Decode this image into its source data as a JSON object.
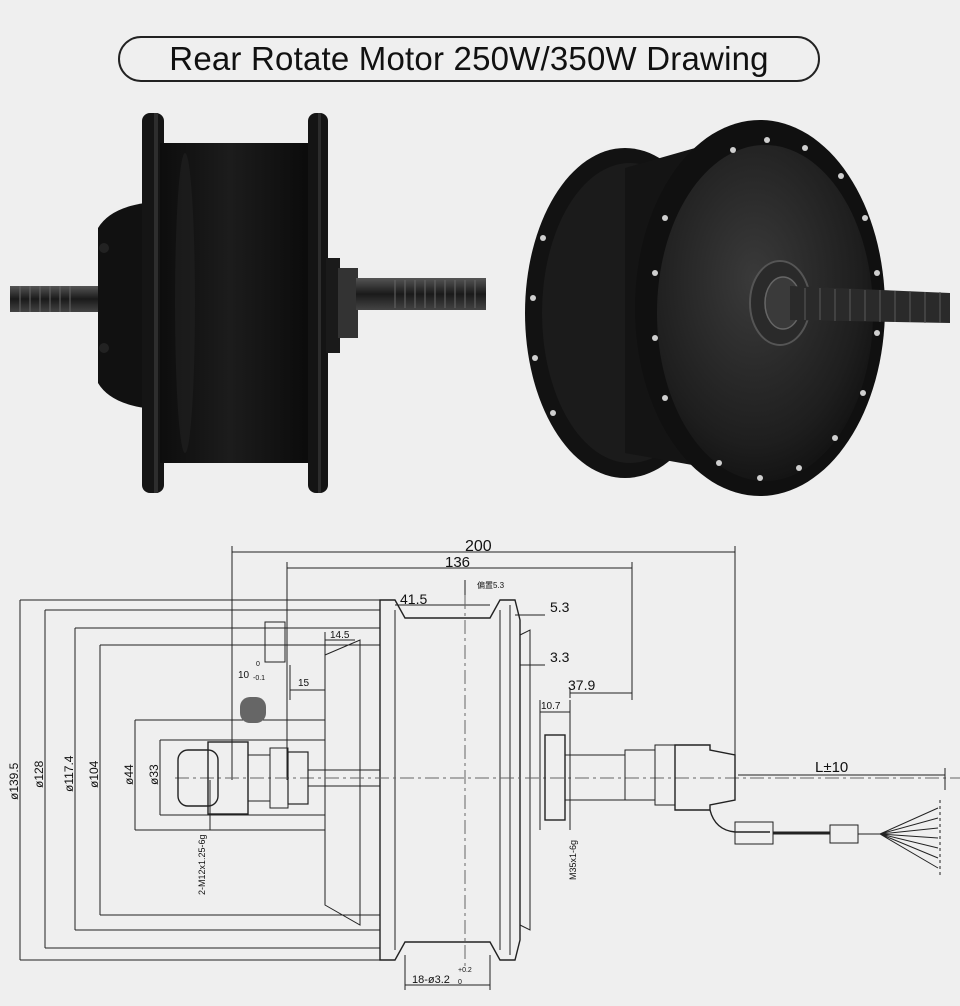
{
  "title": "Rear Rotate Motor 250W/350W Drawing",
  "photos": [
    {
      "icon": "hub-motor-side-view"
    },
    {
      "icon": "hub-motor-perspective-view"
    }
  ],
  "drawing": {
    "overall_length": "200",
    "flange_span": "136",
    "offset_41": "41.5",
    "note_flange": "偏置5.3",
    "d_5_3": "5.3",
    "d_3_3": "3.3",
    "d_37_9": "37.9",
    "d_10_7": "10.7",
    "d_14_5": "14.5",
    "d_15": "15",
    "d_10": "10",
    "tol_10_top": "0",
    "tol_10_bot": "-0.1",
    "dia_139_5": "ø139.5",
    "dia_128": "ø128",
    "dia_117_4": "ø117.4",
    "dia_104": "ø104",
    "dia_44": "ø44",
    "dia_33": "ø33",
    "thread_left": "2-M12x1.25-6g",
    "thread_right": "M35x1-6g",
    "holes_main": "18-ø3.2",
    "holes_tol_top": "+0.2",
    "holes_tol_bot": "0",
    "cable_length": "L±10"
  }
}
